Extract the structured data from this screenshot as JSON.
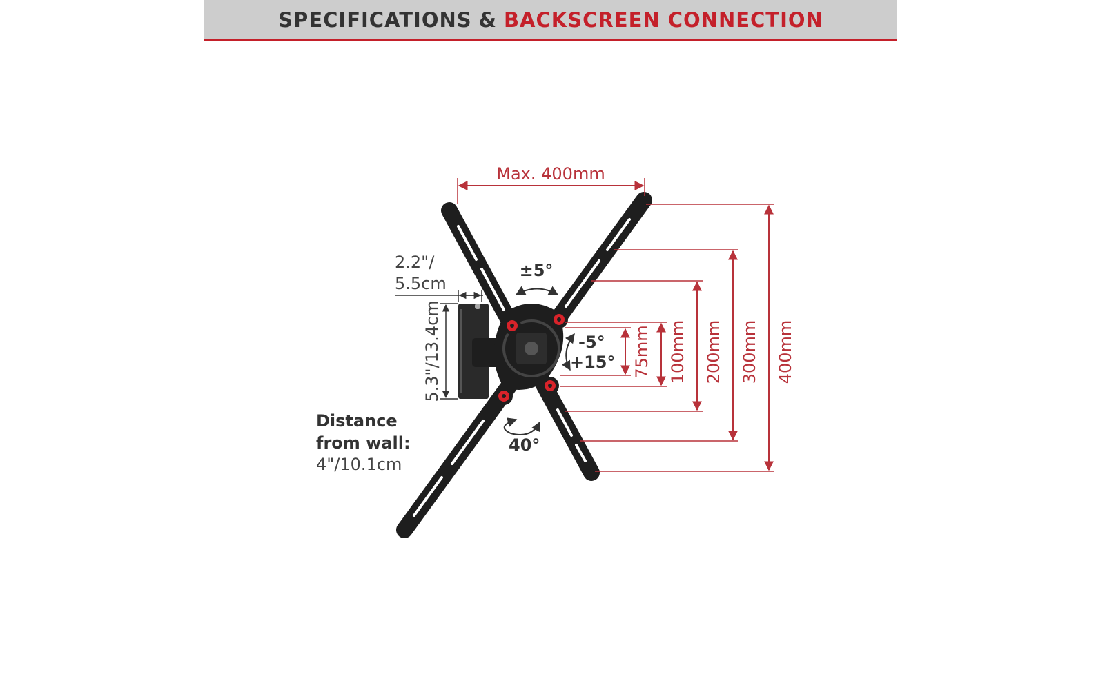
{
  "header": {
    "title_part1": "SPECIFICATIONS",
    "title_amp": "&",
    "title_part2": "BACKSCREEN CONNECTION"
  },
  "colors": {
    "accent_red": "#c4202a",
    "dim_red": "#b8323a",
    "header_bg": "#cdcdcd",
    "text_dark": "#333333",
    "bracket_black": "#1e1e1e",
    "pad_red": "#d8232a"
  },
  "dimensions": {
    "max_width": "Max. 400mm",
    "v75": "75mm",
    "v100": "100mm",
    "v200": "200mm",
    "v300": "300mm",
    "v400": "400mm",
    "depth_line1": "2.2\"/",
    "depth_line2": "5.5cm",
    "plate_height": "5.3\"/13.4cm"
  },
  "angles": {
    "rotation": "±5°",
    "tilt_minus": "-5°",
    "tilt_plus": "+15°",
    "swivel": "40°"
  },
  "distance": {
    "label_line1": "Distance",
    "label_line2": "from wall:",
    "value": "4\"/10.1cm"
  }
}
